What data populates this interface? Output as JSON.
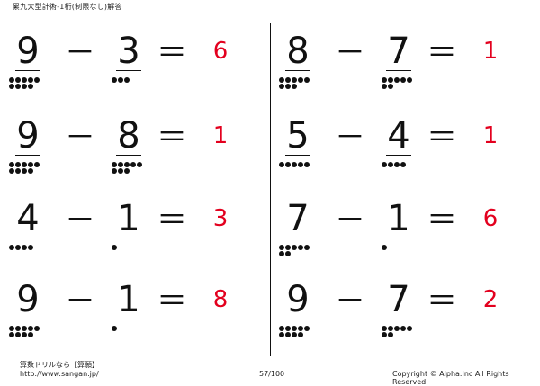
{
  "header": {
    "title": "累九大型計術-1桁(制限なし)解答"
  },
  "colors": {
    "answer": "#e3001e",
    "ink": "#111111"
  },
  "problems": [
    {
      "a": "9",
      "op": "－",
      "b": "3",
      "eq": "＝",
      "answer": "6"
    },
    {
      "a": "9",
      "op": "－",
      "b": "8",
      "eq": "＝",
      "answer": "1"
    },
    {
      "a": "4",
      "op": "－",
      "b": "1",
      "eq": "＝",
      "answer": "3"
    },
    {
      "a": "9",
      "op": "－",
      "b": "1",
      "eq": "＝",
      "answer": "8"
    },
    {
      "a": "8",
      "op": "－",
      "b": "7",
      "eq": "＝",
      "answer": "1"
    },
    {
      "a": "5",
      "op": "－",
      "b": "4",
      "eq": "＝",
      "answer": "1"
    },
    {
      "a": "7",
      "op": "－",
      "b": "1",
      "eq": "＝",
      "answer": "6"
    },
    {
      "a": "9",
      "op": "－",
      "b": "7",
      "eq": "＝",
      "answer": "2"
    }
  ],
  "footer": {
    "site_name": "算数ドリルなら【算願】",
    "url": "http://www.sangan.jp/",
    "page": "57/100",
    "copyright": "Copyright © Alpha.Inc All Rights Reserved."
  }
}
